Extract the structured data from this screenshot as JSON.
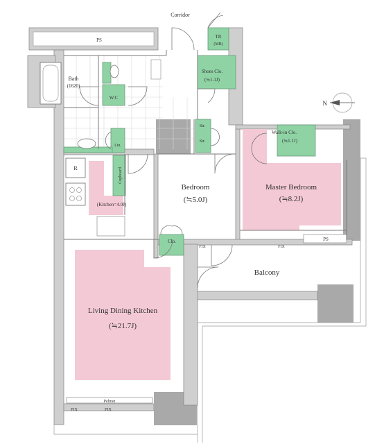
{
  "labels": {
    "corridor": "Corridor",
    "ps_top": "PS",
    "tr": "TR",
    "mb": "(MB)",
    "bath": "Bath",
    "bath_size": "(1620)",
    "shoes_clo": "Shoes Clo.",
    "shoes_clo_size": "(≒1.1J)",
    "wc": "W.C",
    "str1": "Str.",
    "str2": "Str.",
    "walk_in_clo": "Walk-in Clo.",
    "walk_in_clo_size": "(≒1.1J)",
    "lin": "Lin.",
    "cupboard": "Cupboard",
    "refrigerator": "R",
    "kitchen": "(Kitchen=4.0J)",
    "bedroom": "Bedroom",
    "bedroom_size": "(≒5.0J)",
    "master_bedroom": "Master Bedroom",
    "master_bedroom_size": "(≒8.2J)",
    "clo": "Clo.",
    "fix1": "FIX",
    "fix2": "FIX",
    "ps_balcony": "PS",
    "balcony": "Balcony",
    "ldk": "Living Dining Kitchen",
    "ldk_size": "(≒21.7J)",
    "pelmet": "Pelmet",
    "fix3": "FIX",
    "fix4": "FIX",
    "north": "N"
  },
  "colors": {
    "room_fill": "#f4c9d6",
    "storage_fill": "#8fd3a5",
    "wall_fill": "#cfcfcf",
    "dark_wall": "#a9a9a9"
  }
}
